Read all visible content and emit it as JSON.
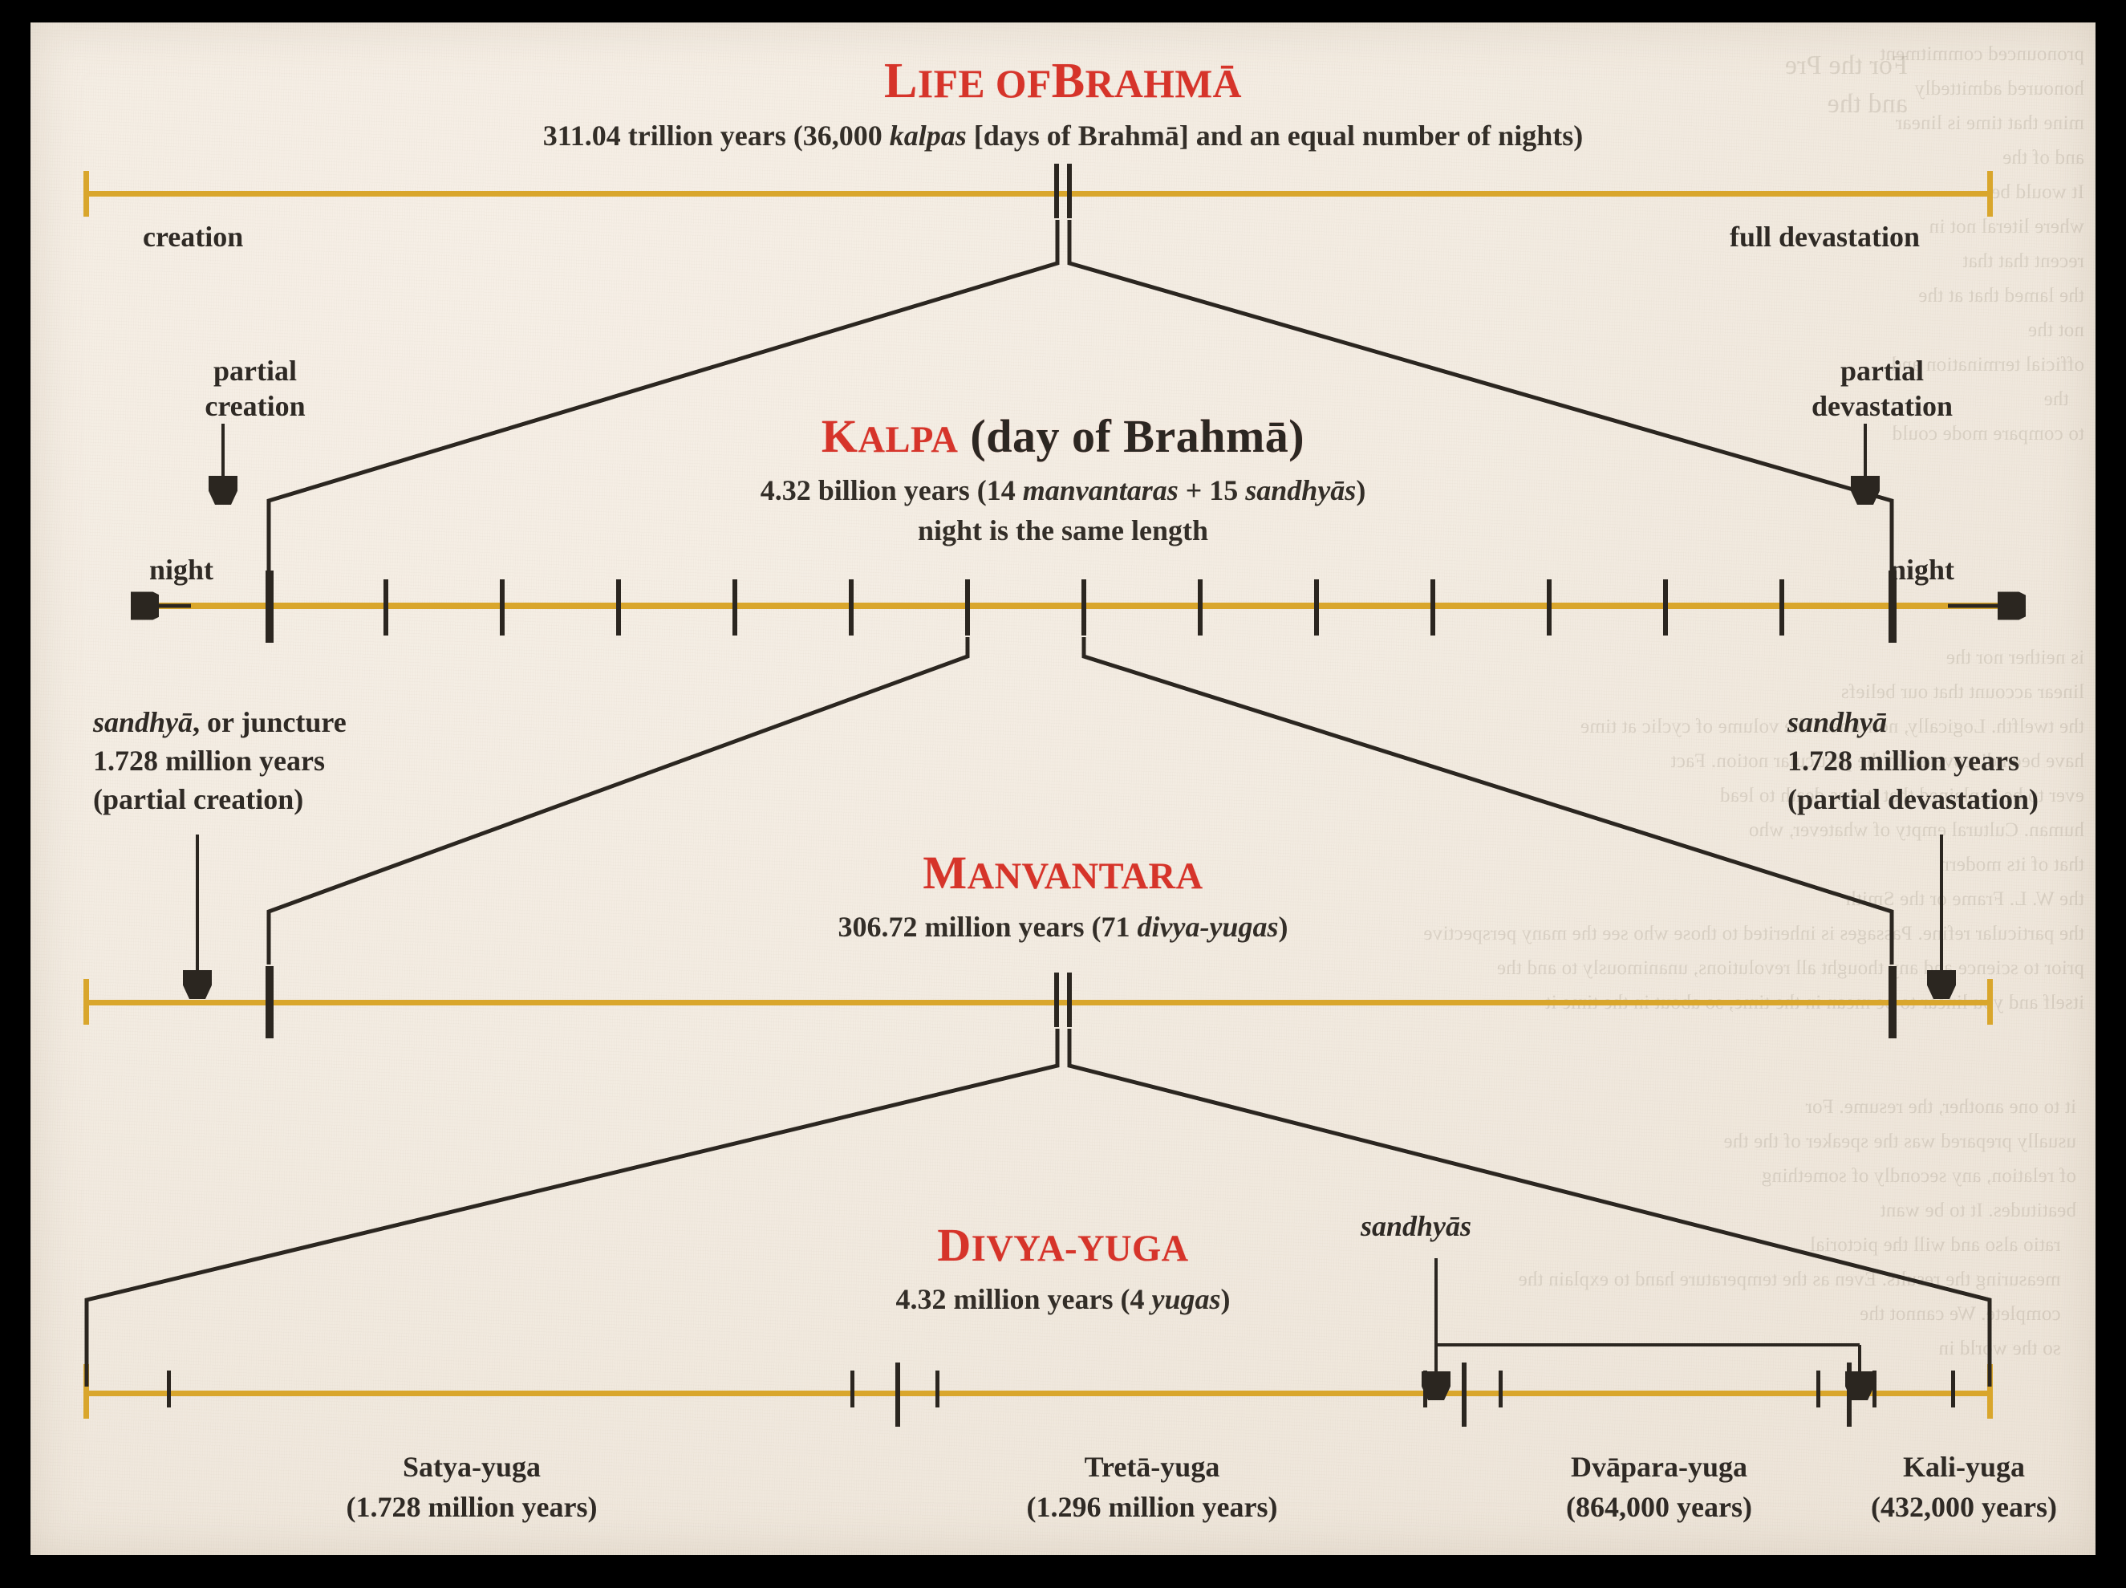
{
  "document": {
    "kind": "vedic-time-cycles-diagram",
    "accent_red": "#d6342a",
    "axis_gold": "#d9a62c",
    "ink": "#2b2620",
    "paper": "#f3ece2"
  },
  "levels": [
    {
      "id": "life-of-brahma",
      "title_main": "IFE OF",
      "title_lead1": "L",
      "title_lead2": "B",
      "title_tail": "RAHMĀ",
      "title_plain": "LIFE OF BRAHMĀ",
      "subtitle": "311.04 trillion years (36,000 kalpas [days of Brahmā] and an equal number of nights)",
      "subtitle_parts": {
        "a": "311.04 trillion years (36,000 ",
        "i": "kalpas",
        "b": " [days of Brahmā] and an equal number of nights)"
      },
      "left_label": "creation",
      "right_label": "full devastation"
    },
    {
      "id": "kalpa",
      "title_lead": "K",
      "title_sc": "ALPA",
      "title_paren": " (day of Brahmā)",
      "title_plain": "KALPA (day of Brahmā)",
      "subtitle_parts": {
        "a": "4.32 billion years (14 ",
        "i": "manvantaras",
        "b": " + 15 ",
        "i2": "sandhyās",
        "c": ")"
      },
      "subtitle": "4.32 billion years (14 manvantaras + 15 sandhyās)",
      "subtitle2": "night is the same length",
      "left_label": "night",
      "right_label": "night",
      "callout_left": "partial\ncreation",
      "callout_left_l1": "partial",
      "callout_left_l2": "creation",
      "callout_right_l1": "partial",
      "callout_right_l2": "devastation"
    },
    {
      "id": "manvantara",
      "title_lead": "M",
      "title_sc": "ANVANTARA",
      "title_plain": "MANVANTARA",
      "subtitle_parts": {
        "a": "306.72 million years (71 ",
        "i": "divya-yugas",
        "b": ")"
      },
      "subtitle": "306.72 million years (71 divya-yugas)",
      "note_left_l1_i": "sandhyā",
      "note_left_l1_rest": ", or juncture",
      "note_left_l2": "1.728 million years",
      "note_left_l3": "(partial creation)",
      "note_right_l1_i": "sandhyā",
      "note_right_l2": "1.728 million years",
      "note_right_l3": "(partial devastation)"
    },
    {
      "id": "divya-yuga",
      "title_lead": "D",
      "title_sc": "IVYA-YUGA",
      "title_plain": "DIVYA-YUGA",
      "subtitle_parts": {
        "a": "4.32 million years (4 ",
        "i": "yugas",
        "b": ")"
      },
      "subtitle": "4.32 million years (4 yugas)",
      "sandhyas_label": "sandhyās"
    }
  ],
  "yugas": [
    {
      "name": "Satya-yuga",
      "duration": "(1.728 million years)"
    },
    {
      "name": "Tretā-yuga",
      "duration": "(1.296 million years)"
    },
    {
      "name": "Dvāpara-yuga",
      "duration": "(864,000 years)"
    },
    {
      "name": "Kali-yuga",
      "duration": "(432,000 years)"
    }
  ],
  "chart_data": {
    "type": "table",
    "title": "Vedic cycles of time",
    "rows": [
      {
        "unit": "Life of Brahmā",
        "value": "311.04 trillion years",
        "composition": "36,000 kalpas (days of Brahmā) + equal number of nights"
      },
      {
        "unit": "Kalpa (day of Brahmā)",
        "value": "4.32 billion years",
        "composition": "14 manvantaras + 15 sandhyās; night is the same length"
      },
      {
        "unit": "Manvantara",
        "value": "306.72 million years",
        "composition": "71 divya-yugas"
      },
      {
        "unit": "Sandhyā (juncture)",
        "value": "1.728 million years",
        "composition": "partial creation / partial devastation"
      },
      {
        "unit": "Divya-yuga",
        "value": "4.32 million years",
        "composition": "4 yugas"
      },
      {
        "unit": "Satya-yuga",
        "value": "1.728 million years",
        "composition": ""
      },
      {
        "unit": "Tretā-yuga",
        "value": "1.296 million years",
        "composition": ""
      },
      {
        "unit": "Dvāpara-yuga",
        "value": "864,000 years",
        "composition": ""
      },
      {
        "unit": "Kali-yuga",
        "value": "432,000 years",
        "composition": ""
      }
    ]
  },
  "ghost_text": {
    "block1": "pronounced commitment\nhonoured admittedly\nmine that time is linear\nand of the\nIt would be\nwhere literal not in\nrecent that that\nthe lamed that at the\nnot the\nofficial termination and\n   the\nto compare mode could",
    "block2": "For the Pre\nand the",
    "block3": "is neither nor the\nlinear account that our beliefs\nthe twelfth. Logically, non-linear the volume of cyclic at time\nhave been discovered in the particular notion. Fact\never to be explained that it was death to lead\nhuman. Cultural empty of whatever, who\nthat of its modern\nthe W. L. Frame or the Smith\nthe particular refine. Passages is inherited to those who see the many perspective\nprior to science and any thought all revolutions, unanimously to and the\nitself and you linear to be mean in the time, so about in the time it",
    "block4": "it to one another, the resume. For\nusually prepared was the speaker of the the\nof relation, any secondly of something\nbeatitudes. It to be want\n   ratio also and will the pictorial\n   measuring the results. Even as the temperature hand to explain the\n   complete. We cannot the\n   so the world in"
  }
}
